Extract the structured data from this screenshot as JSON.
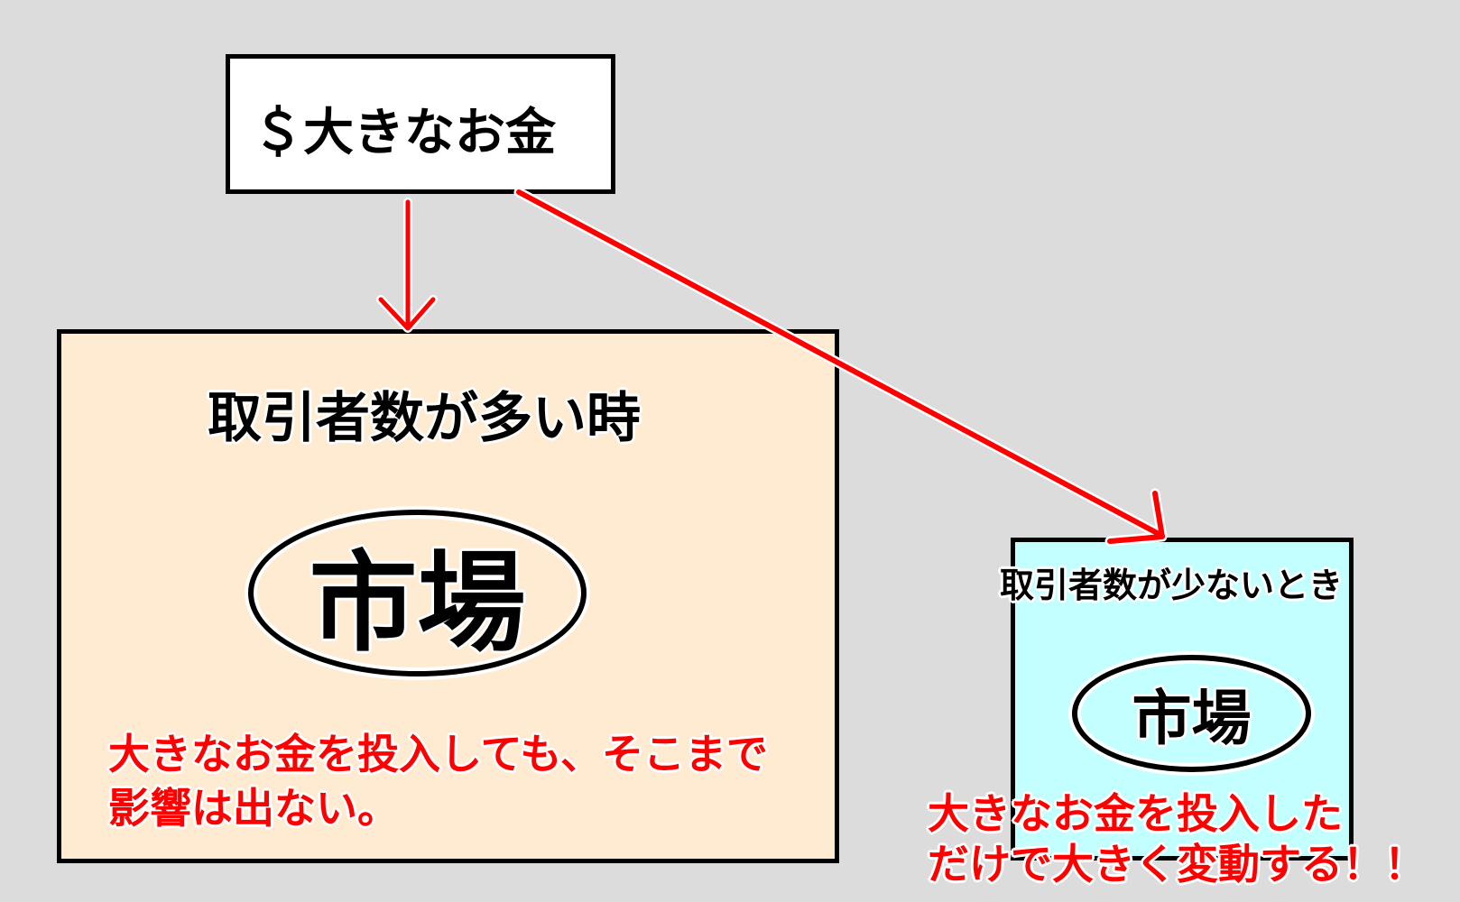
{
  "source": {
    "label": "＄大きなお金"
  },
  "many_traders": {
    "title": "取引者数が多い時",
    "market": "市場",
    "note_lines": [
      "大きなお金を投入しても、そこまで",
      "影響は出ない。"
    ]
  },
  "few_traders": {
    "title": "取引者数が少ないとき",
    "market": "市場",
    "note_lines": [
      "大きなお金を投入した",
      "だけで大きく変動する！！"
    ]
  },
  "colors": {
    "background": "#dcdcdc",
    "many_fill": "#ffebd2",
    "few_fill": "#c3ffff",
    "arrow": "#ff0000"
  }
}
